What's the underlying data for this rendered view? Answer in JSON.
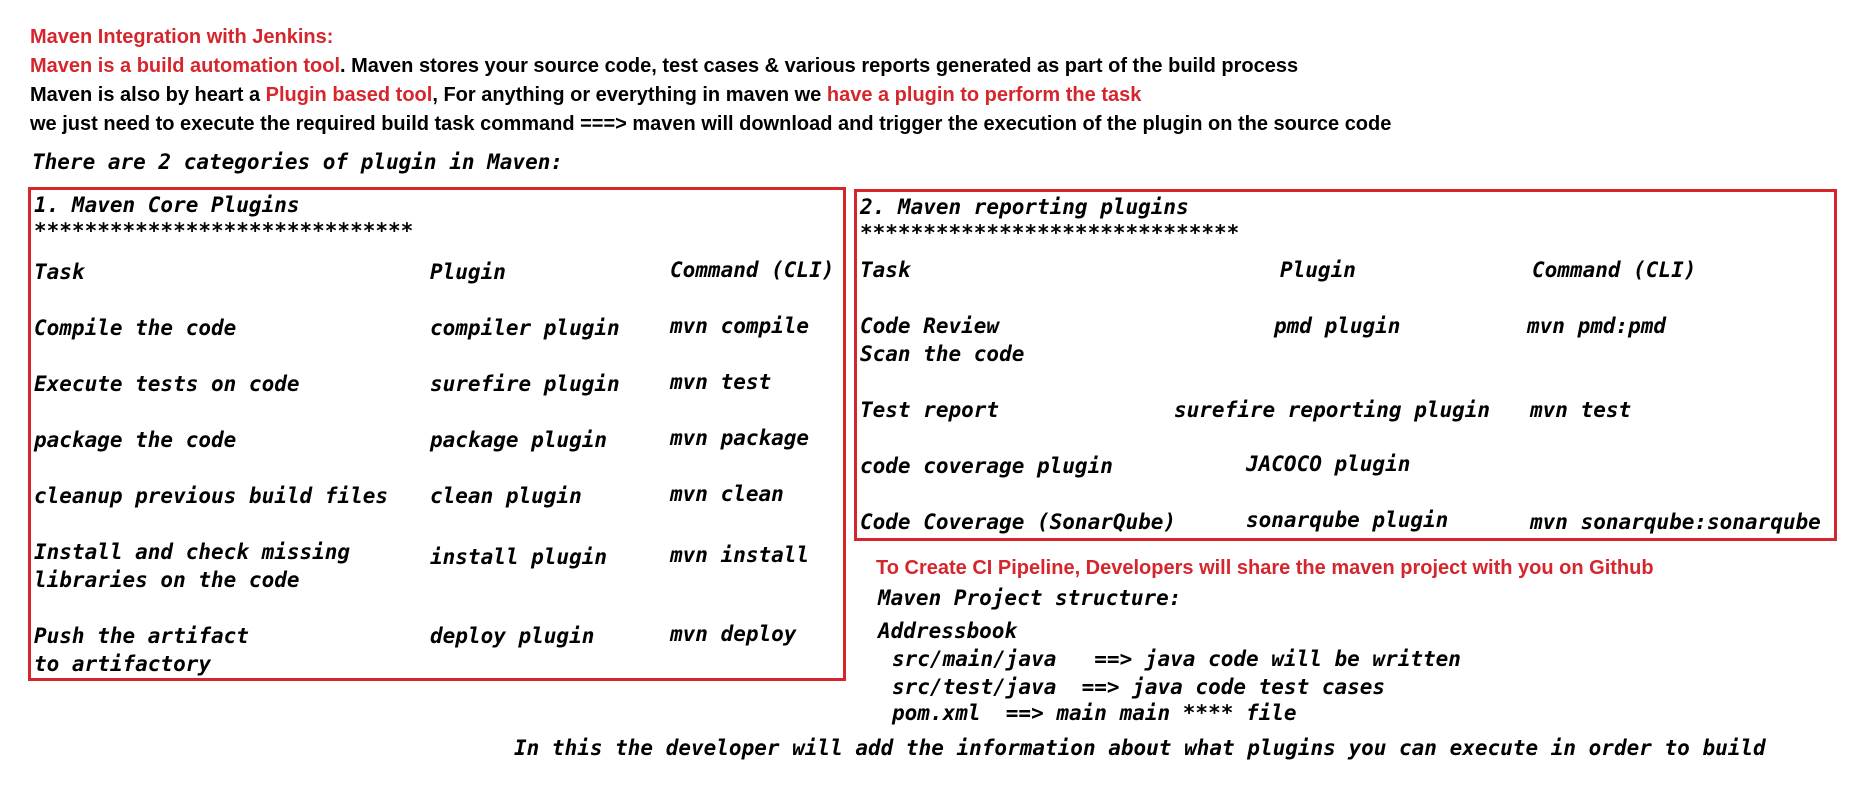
{
  "intro": {
    "title": "Maven Integration with Jenkins:",
    "line1_red": "Maven is a build automation tool",
    "line1_rest": ". Maven stores your source code, test cases & various reports generated as part of the build process",
    "line2_a": "Maven is also by heart a ",
    "line2_red1": "Plugin based tool",
    "line2_b": ", For anything or everything in maven we ",
    "line2_red2": "have a plugin to perform the task",
    "line3": "we just need to execute the required build task command ===> maven will download and trigger the execution of the plugin on the source code"
  },
  "categories_heading": "There are 2 categories of plugin in Maven:",
  "core": {
    "title": "1. Maven Core Plugins",
    "stars": "******************************",
    "headers": {
      "task": "Task",
      "plugin": "Plugin",
      "command": "Command (CLI)"
    },
    "rows": [
      {
        "task": "Compile the code",
        "plugin": "compiler plugin",
        "command": "mvn compile"
      },
      {
        "task": "Execute tests on code",
        "plugin": "surefire plugin",
        "command": "mvn test"
      },
      {
        "task": "package the code",
        "plugin": "package plugin",
        "command": "mvn package"
      },
      {
        "task": "cleanup previous build files",
        "plugin": "clean plugin",
        "command": "mvn clean"
      },
      {
        "task": "Install and check missing",
        "task2": "libraries on the code",
        "plugin": "install plugin",
        "command": "mvn install"
      },
      {
        "task": "Push the artifact",
        "task2": "to artifactory",
        "plugin": "deploy plugin",
        "command": "mvn deploy"
      }
    ]
  },
  "reporting": {
    "title": "2. Maven reporting plugins",
    "stars": "******************************",
    "headers": {
      "task": "Task",
      "plugin": "Plugin",
      "command": "Command (CLI)"
    },
    "rows": [
      {
        "task": "Code Review",
        "task2": "Scan the code",
        "plugin": "pmd plugin",
        "command": "mvn pmd:pmd"
      },
      {
        "task": "Test report",
        "plugin": "surefire reporting plugin",
        "command": "mvn test"
      },
      {
        "task": "code coverage plugin",
        "plugin": "JACOCO plugin",
        "command": ""
      },
      {
        "task": "Code Coverage (SonarQube)",
        "plugin": "sonarqube plugin",
        "command": "mvn sonarqube:sonarqube"
      }
    ]
  },
  "ci": {
    "heading": "To Create CI Pipeline, Developers will share the maven project with you on Github",
    "structure_title": "Maven Project structure:",
    "project_name": "Addressbook",
    "items": [
      "src/main/java   ==> java code will be written",
      "src/test/java  ==> java code test cases",
      "pom.xml  ==> main main **** file"
    ]
  },
  "footer": "In this the developer will add the information about what plugins you can execute in order to build",
  "colors": {
    "accent": "#d6262d",
    "text": "#000000",
    "background": "#ffffff"
  }
}
